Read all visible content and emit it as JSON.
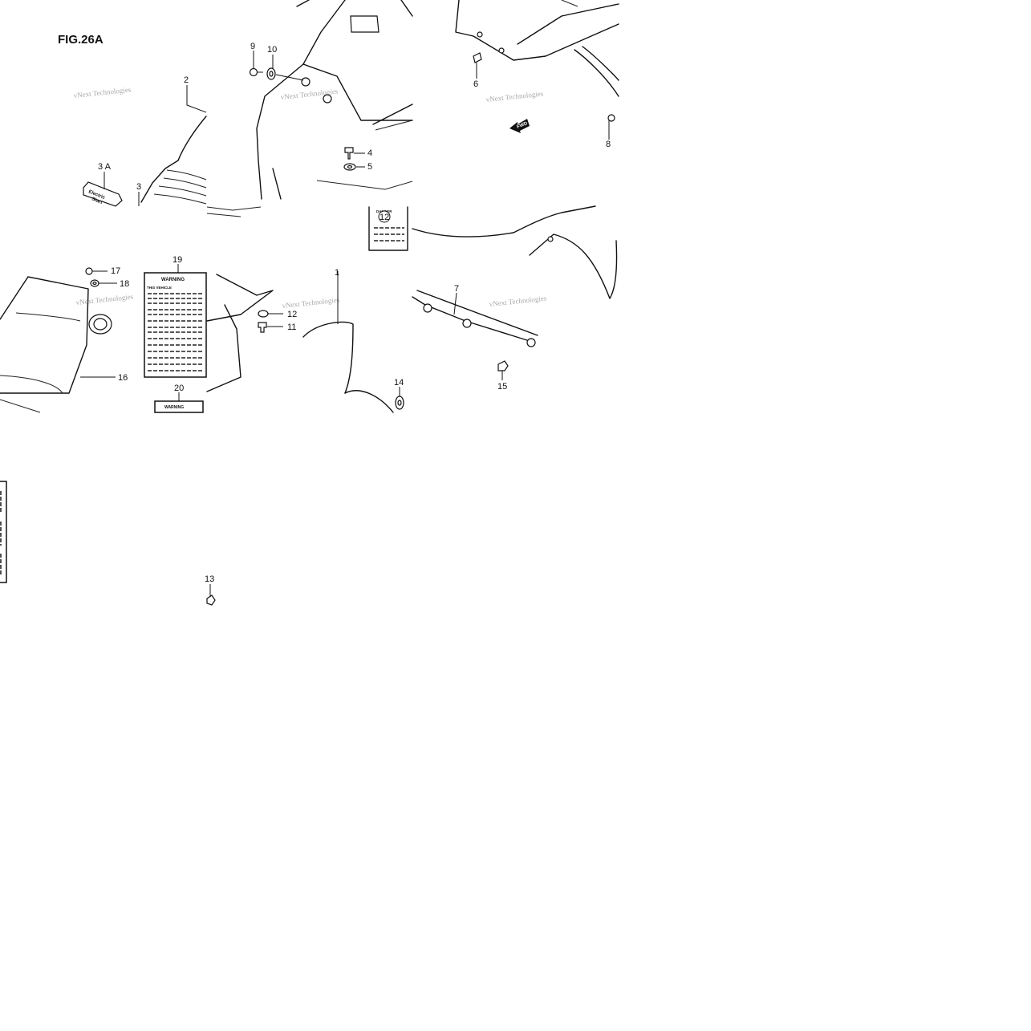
{
  "figure": {
    "title": "FIG.26A"
  },
  "watermark": {
    "text": "vNext Technologies"
  },
  "labels": {
    "warning": "WARNING",
    "vehicle": "THIS VEHICLE",
    "danger": "DANGER",
    "fwd": "FWD",
    "emblem_line1": "Electric",
    "emblem_line2": "Start"
  },
  "callouts": [
    {
      "id": "1",
      "text": "1"
    },
    {
      "id": "2",
      "text": "2"
    },
    {
      "id": "3",
      "text": "3"
    },
    {
      "id": "3a",
      "text": "3 A"
    },
    {
      "id": "4",
      "text": "4"
    },
    {
      "id": "5",
      "text": "5"
    },
    {
      "id": "6",
      "text": "6"
    },
    {
      "id": "7",
      "text": "7"
    },
    {
      "id": "8",
      "text": "8"
    },
    {
      "id": "9",
      "text": "9"
    },
    {
      "id": "10",
      "text": "10"
    },
    {
      "id": "11",
      "text": "11"
    },
    {
      "id": "12a",
      "text": "12"
    },
    {
      "id": "12b",
      "text": "12"
    },
    {
      "id": "13",
      "text": "13"
    },
    {
      "id": "14",
      "text": "14"
    },
    {
      "id": "15",
      "text": "15"
    },
    {
      "id": "16",
      "text": "16"
    },
    {
      "id": "17",
      "text": "17"
    },
    {
      "id": "18",
      "text": "18"
    },
    {
      "id": "19",
      "text": "19"
    },
    {
      "id": "20",
      "text": "20"
    }
  ],
  "colors": {
    "line": "#111111",
    "watermark": "#9a9a9a",
    "background": "#ffffff"
  }
}
